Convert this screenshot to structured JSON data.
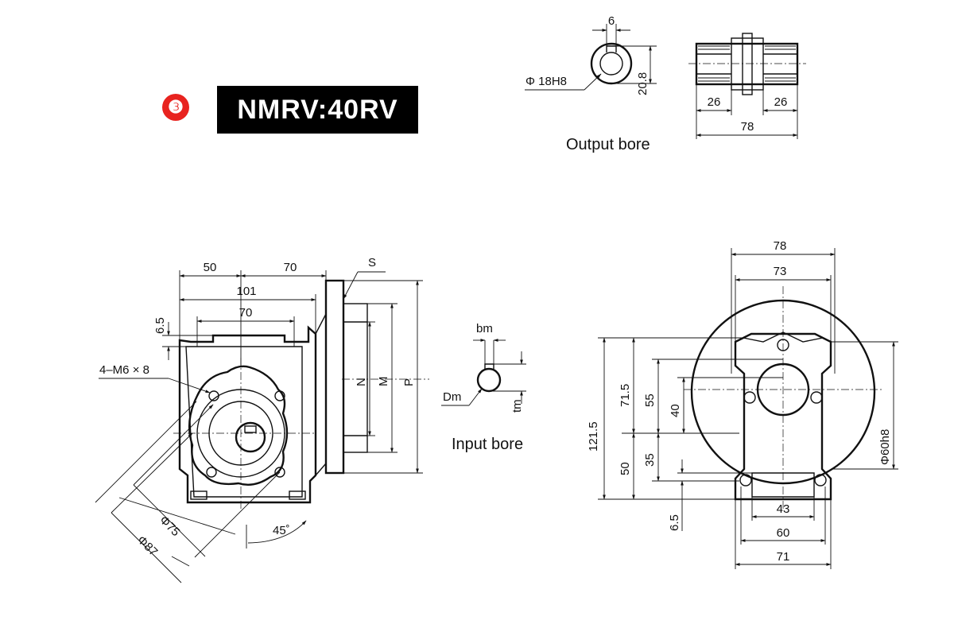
{
  "badge": "❸",
  "model": "NMRV:40RV",
  "output_bore": {
    "caption": "Output bore",
    "keyway_width": "6",
    "bore_dia": "Φ 18H8",
    "key_height": "20.8",
    "side_left": "26",
    "side_right": "26",
    "total_len": "78"
  },
  "input_bore": {
    "caption": "Input bore",
    "bm": "bm",
    "dm": "Dm",
    "tm": "tm"
  },
  "front_view": {
    "d50": "50",
    "d70_top": "70",
    "d101": "101",
    "d70": "70",
    "d6_5": "6.5",
    "tap": "4–M6 × 8",
    "S": "S",
    "N": "N",
    "M": "M",
    "P": "P",
    "dia75": "Φ75",
    "dia87": "Φ87",
    "angle": "45˚"
  },
  "side_view": {
    "w78": "78",
    "w73": "73",
    "h121_5": "121.5",
    "h71_5": "71.5",
    "h55": "55",
    "h40": "40",
    "h50": "50",
    "h35": "35",
    "h6_5": "6.5",
    "dia60": "Φ60h8",
    "w43": "43",
    "w60": "60",
    "w71": "71"
  }
}
